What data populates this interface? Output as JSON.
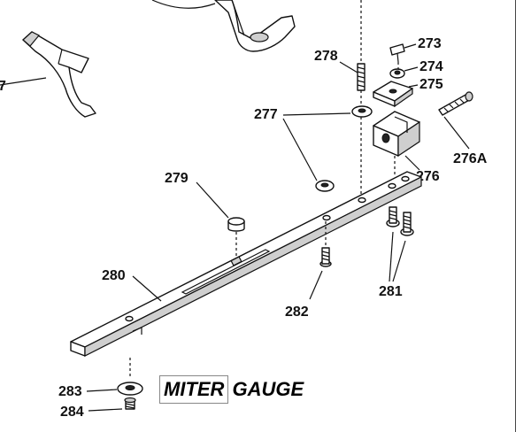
{
  "title": {
    "word1": "MITER",
    "word2": "GAUGE"
  },
  "callouts": {
    "p273": "273",
    "p274": "274",
    "p275": "275",
    "p276": "276",
    "p276a": "276A",
    "p277": "277",
    "p277_edge": "7",
    "p278": "278",
    "p279": "279",
    "p280": "280",
    "p281": "281",
    "p282": "282",
    "p283": "283",
    "p284": "284"
  }
}
